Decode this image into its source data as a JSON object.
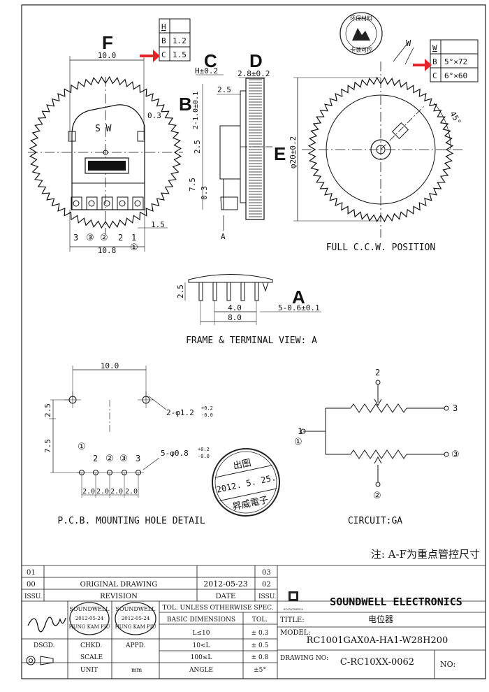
{
  "letters": {
    "F": "F",
    "C": "C",
    "D": "D",
    "B": "B",
    "E": "E",
    "A": "A"
  },
  "hc_table": {
    "head": "H",
    "rows": [
      [
        "B",
        "1.2"
      ],
      [
        "C",
        "1.5"
      ]
    ]
  },
  "w_table": {
    "head": "W",
    "rows": [
      [
        "B",
        "5°×72"
      ],
      [
        "C",
        "6°×60"
      ]
    ]
  },
  "front_view": {
    "dim_width_top": "10.0",
    "dim_03": "0.3",
    "sw_label": "S W",
    "dim_bottom": "10.8",
    "dim_15": "1.5",
    "pins": [
      "3",
      "③",
      "②",
      "2",
      "1",
      "①"
    ]
  },
  "side_view": {
    "dim_h": "H±0.2",
    "dim_d": "2.8±0.2",
    "dim_25": "2.5",
    "dim_2_1": "2-1.0±0.1",
    "dim_25b": "2.5",
    "dim_75": "7.5",
    "dim_03": "0.3",
    "label_a": "A"
  },
  "full_view": {
    "w_label": "W",
    "diameter": "φ20±0.2",
    "angle": "45°",
    "caption": "FULL C.C.W. POSITION"
  },
  "frame_view": {
    "dim_25": "2.5",
    "dim_40": "4.0",
    "dim_80": "8.0",
    "dim_pins": "5-0.6±0.1",
    "caption": "FRAME & TERMINAL VIEW: A"
  },
  "pcb_view": {
    "dim_10": "10.0",
    "dim_25": "2.5",
    "dim_75": "7.5",
    "hole_large": "2-φ1.2",
    "hole_large_tol_up": "+0.2",
    "hole_large_tol_dn": "-0.0",
    "hole_small": "5-φ0.8",
    "hole_small_tol_up": "+0.2",
    "hole_small_tol_dn": "-0.0",
    "pin_labels": [
      "①",
      "2",
      "②",
      "③",
      "3"
    ],
    "spacing": [
      "2.0",
      "2.0",
      "2.0",
      "2.0"
    ],
    "caption": "P.C.B. MOUNTING HOLE DETAIL"
  },
  "circuit_view": {
    "n1": "1",
    "n1c": "①",
    "n2": "2",
    "n2c": "②",
    "n3": "3",
    "n3c": "③",
    "caption": "CIRCUIT:GA"
  },
  "stamp_top": {
    "text": "环保材料",
    "bottom": "卡顿可控"
  },
  "stamp_center": {
    "top": "出图",
    "date": "2012. 5. 25.",
    "bottom": "昇威電子"
  },
  "note": "注: A-F为重点管控尺寸",
  "title_block": {
    "rev_rows": [
      {
        "col1": "01",
        "col2": "",
        "col3": "",
        "col4": "03"
      },
      {
        "col1": "00",
        "col2": "ORIGINAL  DRAWING",
        "col3": "2012-05-23",
        "col4": "02"
      },
      {
        "col1": "ISSU.",
        "col2": "REVISION",
        "col3": "DATE",
        "col4": "ISSU."
      }
    ],
    "company": "SOUNDWELL ELECTRONICS",
    "logo_text": "SOUNDWELL",
    "title_label": "TITLE:",
    "title_value": "电位器",
    "model_label": "MODEL:",
    "model_value": "RC1001GAX0A-HA1-W28H200",
    "drawing_label": "DRAWING NO:",
    "drawing_value": "C-RC10XX-0062",
    "no_label": "NO:",
    "dsgd": "DSGD.",
    "chkd": "CHKD.",
    "appd": "APPD.",
    "scale": "SCALE",
    "unit": "UNIT",
    "unit_value": "mm",
    "stamp1": {
      "top": "SOUNDWELL",
      "date": "2012-05-24",
      "name": "HUNG KAM PIU"
    },
    "stamp2": {
      "top": "SOUNDWELL",
      "date": "2012-05-24",
      "name": "HUNG KAM PIU"
    },
    "tol_header": "TOL. UNLESS OTHERWISE SPEC.",
    "tol_cols": [
      "BASIC DIMENSIONS",
      "TOL."
    ],
    "tol_rows": [
      [
        "L≤10",
        "± 0.3"
      ],
      [
        "10<L",
        "± 0.5"
      ],
      [
        "100≤L",
        "± 0.8"
      ],
      [
        "ANGLE",
        "±5°"
      ]
    ]
  }
}
